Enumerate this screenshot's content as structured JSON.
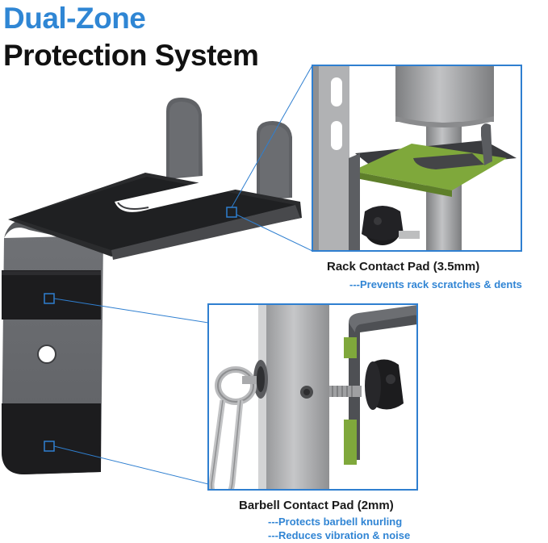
{
  "title": {
    "line1": "Dual-Zone",
    "line2": "Protection System"
  },
  "rack_pad": {
    "label": "Rack Contact Pad (3.5mm)",
    "notes": [
      "---Prevents rack scratches & dents"
    ]
  },
  "barbell_pad": {
    "label": "Barbell Contact Pad (2mm)",
    "notes": [
      "---Protects barbell knurling",
      "---Reduces vibration & noise"
    ]
  },
  "colors": {
    "accent": "#2f86d4",
    "callout_border": "#2f7fd0",
    "bracket_gray": "#6e7074",
    "pad_black": "#1c1c1e",
    "pad_green": "#7fa83b"
  }
}
